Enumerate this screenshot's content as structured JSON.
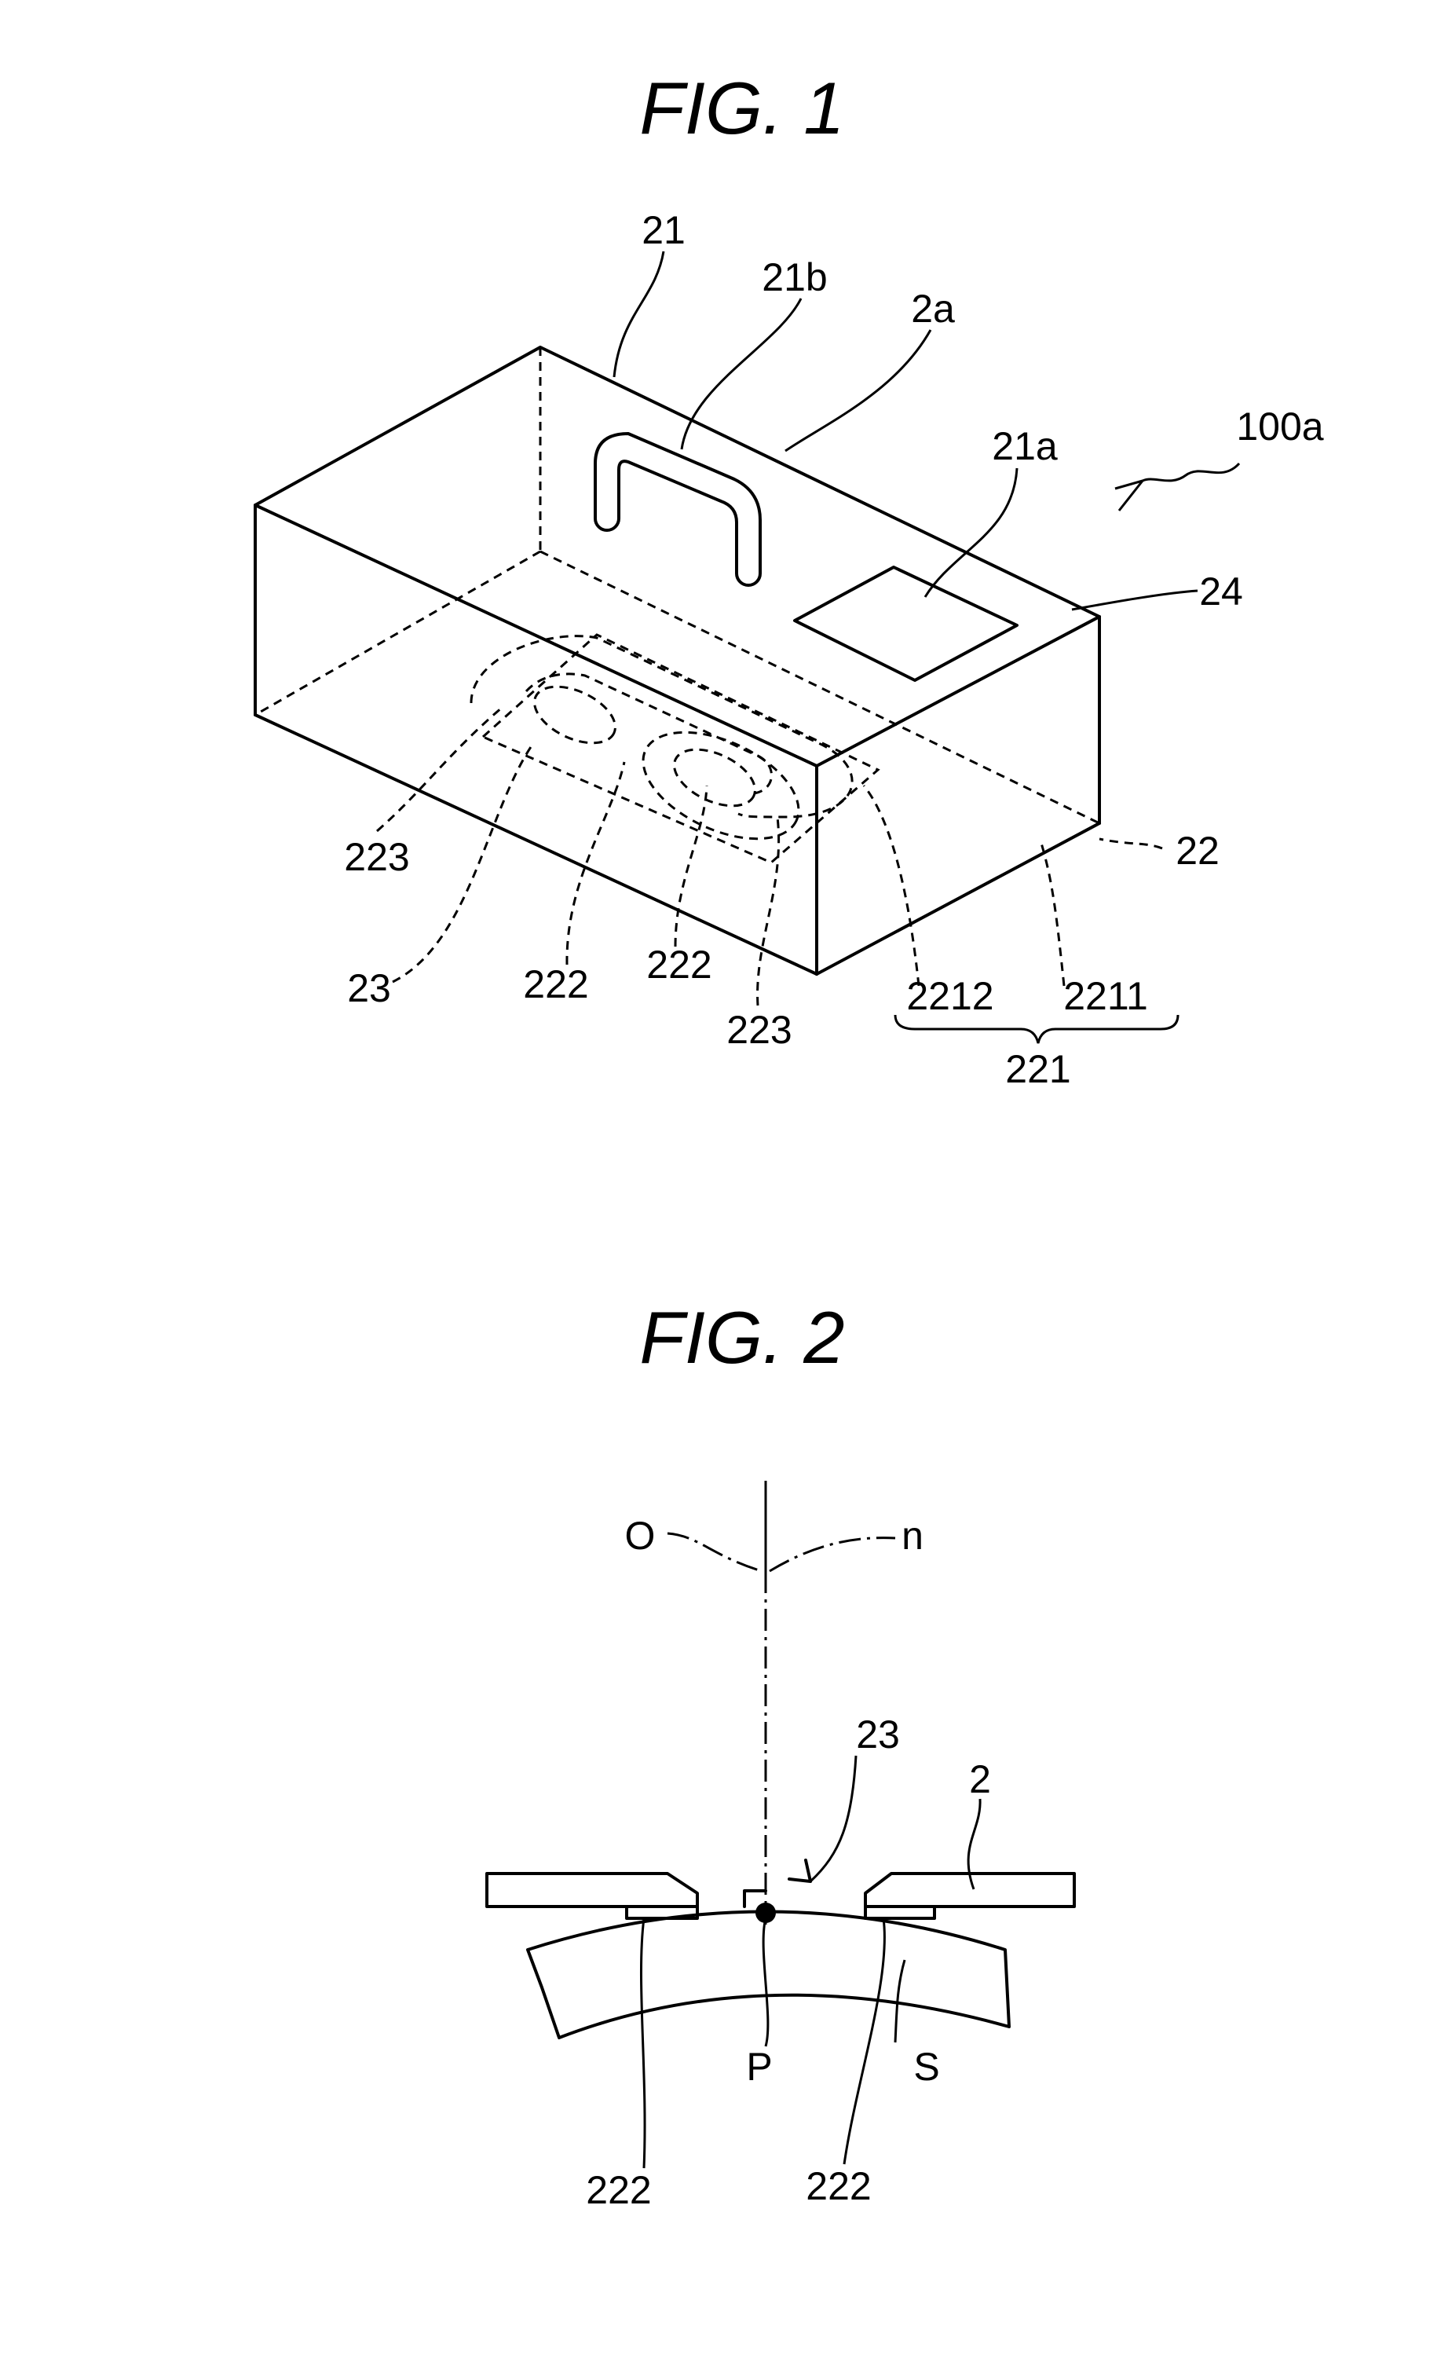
{
  "figures": [
    {
      "title": "FIG. 1",
      "labels": {
        "l21": "21",
        "l21b": "21b",
        "l2a": "2a",
        "l100a": "100a",
        "l21a": "21a",
        "l24": "24",
        "l22": "22",
        "l223_left": "223",
        "l23": "23",
        "l222_left": "222",
        "l222_mid": "222",
        "l223_bottom": "223",
        "l2212": "2212",
        "l2211": "2211",
        "l221": "221"
      }
    },
    {
      "title": "FIG. 2",
      "labels": {
        "lO": "O",
        "ln": "n",
        "l23": "23",
        "l2": "2",
        "lP": "P",
        "lS": "S",
        "l222_left": "222",
        "l222_right": "222"
      }
    }
  ]
}
